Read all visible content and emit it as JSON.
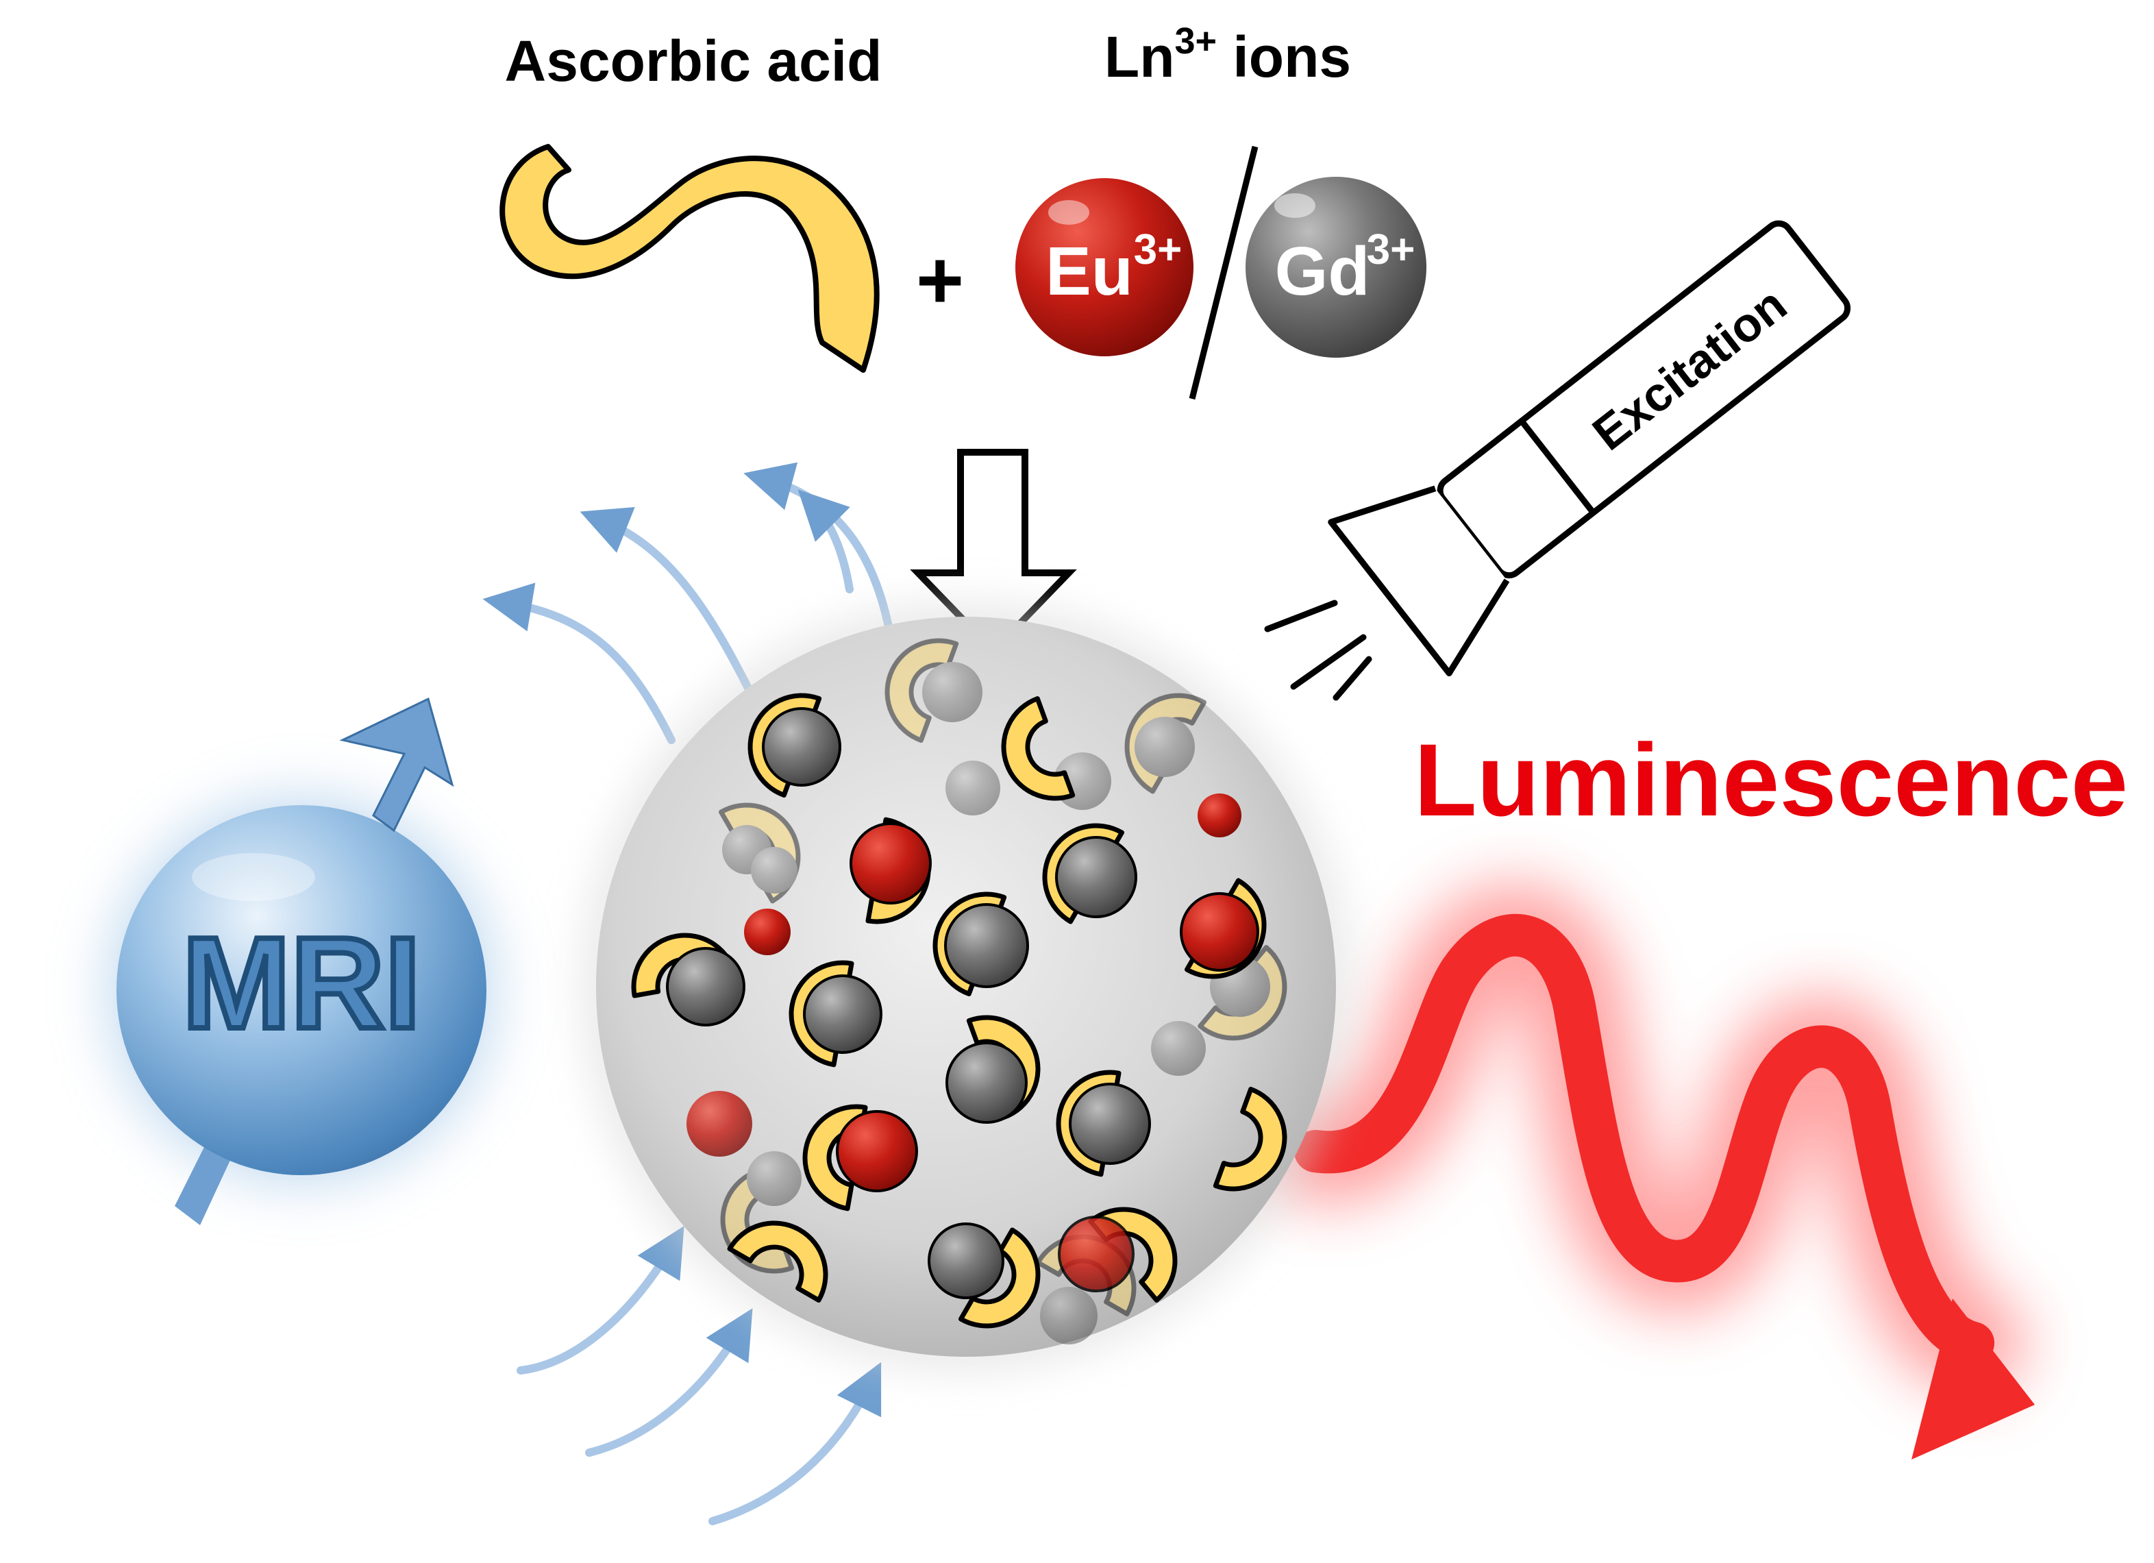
{
  "labels": {
    "ascorbic_acid": "Ascorbic acid",
    "ln_ions_prefix": "Ln",
    "ln_ions_charge": "3+",
    "ln_ions_suffix": " ions",
    "plus": "+",
    "excitation": "Excitation",
    "luminescence": "Luminescence",
    "mri": "MRI"
  },
  "ions": {
    "eu": {
      "symbol": "Eu",
      "charge": "3+"
    },
    "gd": {
      "symbol": "Gd",
      "charge": "3+"
    }
  },
  "colors": {
    "ascorbic_fill": "#FFD765",
    "eu_red": "#C91A12",
    "gd_gray": "#707070",
    "luminescence_red": "#E8000A",
    "wave_red": "#F22A2A",
    "mri_blue": "#5B9BD5",
    "mri_text": "#1F4E79",
    "field_arrow": "#7FA9D6"
  },
  "icons": {
    "molecule": "ascorbic-acid-molecule-icon",
    "flashlight": "flashlight-icon",
    "wave": "emission-wave-icon",
    "spin": "magnetic-spin-arrow-icon"
  }
}
